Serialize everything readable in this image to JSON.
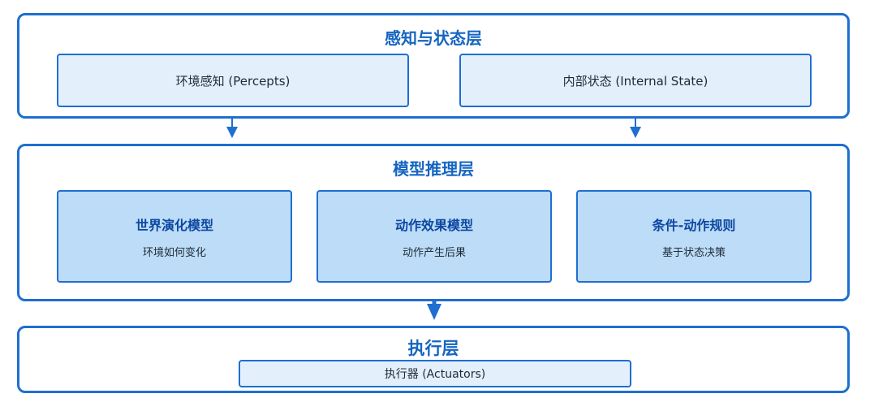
{
  "colors": {
    "border": "#1e6fd0",
    "title": "#1565c0",
    "box_light": "#e3f0fc",
    "box_mid": "#bcdcf7",
    "arrow": "#1e6fd0"
  },
  "perception_layer": {
    "title": "感知与状态层",
    "boxes": [
      {
        "label": "环境感知 (Percepts)"
      },
      {
        "label": "内部状态 (Internal State)"
      }
    ]
  },
  "reasoning_layer": {
    "title": "模型推理层",
    "boxes": [
      {
        "title": "世界演化模型",
        "subtitle": "环境如何变化"
      },
      {
        "title": "动作效果模型",
        "subtitle": "动作产生后果"
      },
      {
        "title": "条件-动作规则",
        "subtitle": "基于状态决策"
      }
    ]
  },
  "execution_layer": {
    "title": "执行层",
    "boxes": [
      {
        "label": "执行器 (Actuators)"
      }
    ]
  }
}
